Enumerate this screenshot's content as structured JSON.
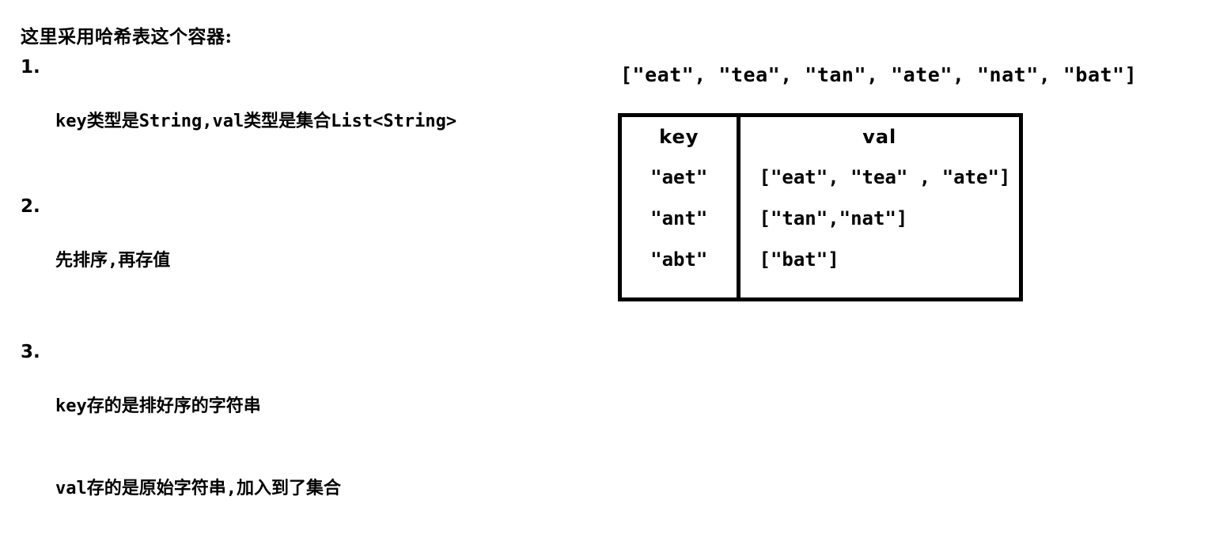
{
  "notes": {
    "title": "这里采用哈希表这个容器:",
    "items": [
      {
        "num": "1.",
        "lines": [
          "key类型是String,val类型是集合List<String>"
        ]
      },
      {
        "num": "2.",
        "lines": [
          "先排序,再存值"
        ]
      },
      {
        "num": "3.",
        "lines": [
          "key存的是排好序的字符串",
          "val存的是原始字符串,加入到了集合"
        ]
      }
    ]
  },
  "example": {
    "input_array": "[\"eat\", \"tea\", \"tan\", \"ate\", \"nat\", \"bat\"]"
  },
  "hash_table": {
    "headers": {
      "key": "key",
      "val": "val"
    },
    "rows": [
      {
        "key": "\"aet\"",
        "val": "[\"eat\", \"tea\" , \"ate\"]"
      },
      {
        "key": "\"ant\"",
        "val": "[\"tan\",\"nat\"]"
      },
      {
        "key": "\"abt\"",
        "val": "[\"bat\"]"
      }
    ]
  },
  "colors": {
    "background": "#ffffff",
    "text": "#000000",
    "border": "#000000"
  }
}
